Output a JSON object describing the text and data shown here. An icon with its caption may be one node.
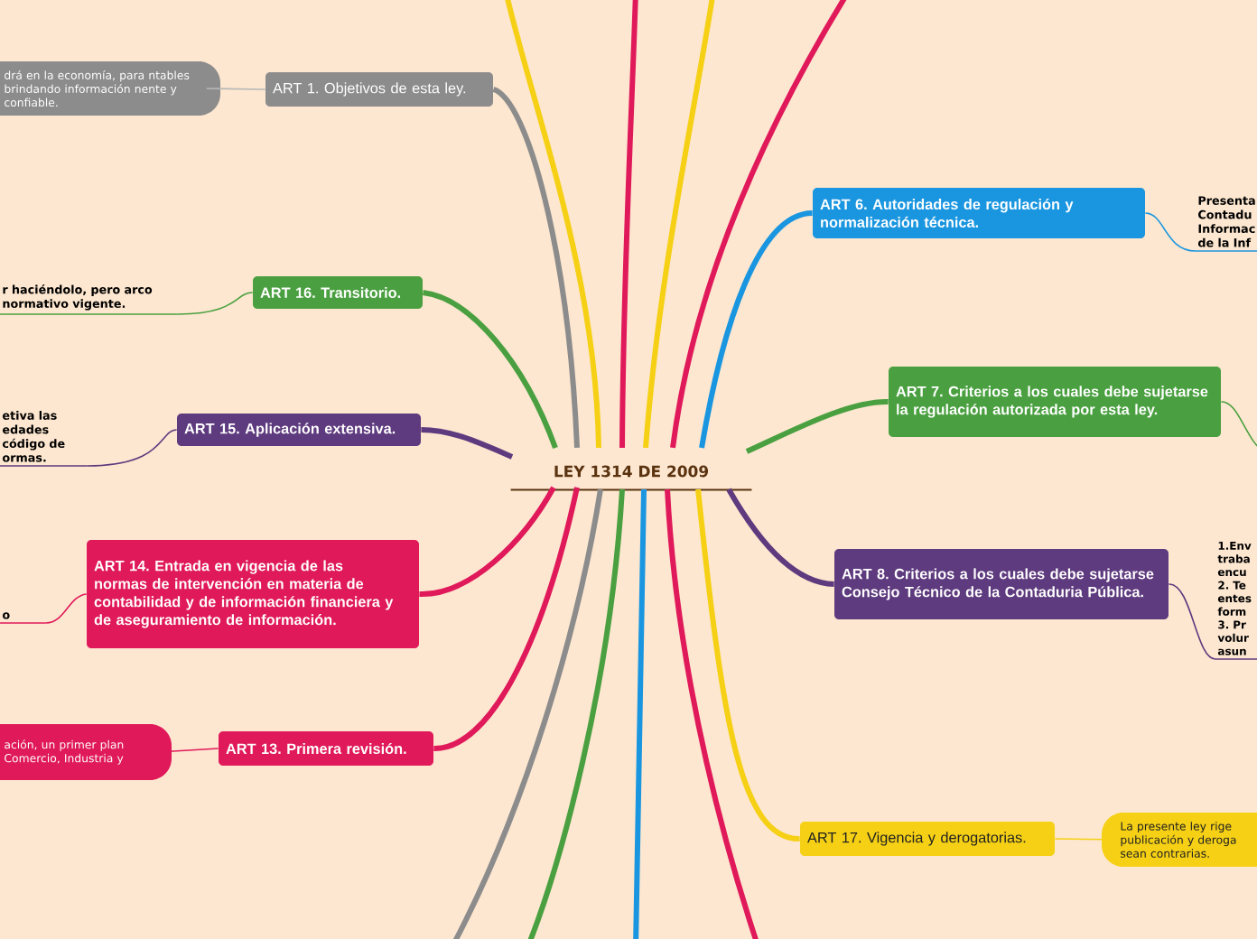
{
  "diagram": {
    "nodes": [
      {
        "text": [
          "LEY 1314 DE 2009"
        ]
      },
      {
        "text": [
          "ART 1. Objetivos de esta ley."
        ]
      },
      {
        "text": [
          "drá en la economía, para ntables brindando información nente y confiable."
        ]
      },
      {
        "text": [
          "ART 16. Transitorio."
        ]
      },
      {
        "text": [
          "r haciéndolo, pero arco normativo vigente."
        ]
      },
      {
        "text": [
          "ART 15. Aplicación extensiva."
        ]
      },
      {
        "text": [
          "etiva las edades código de ormas."
        ]
      },
      {
        "text": [
          "ART 14. Entrada en vigencia de las normas de intervención en materia de contabilidad y de información financiera y de aseguramiento de información."
        ]
      },
      {
        "text": [
          "o"
        ]
      },
      {
        "text": [
          "ART 13. Primera revisión."
        ]
      },
      {
        "text": [
          "ación, un primer plan Comercio, Industria y"
        ]
      },
      {
        "text": [
          "ART 6. Autoridades de regulación y normalización técnica."
        ]
      },
      {
        "text": [
          "Presenta Contadu Informac de la Inf"
        ]
      },
      {
        "text": [
          "ART 7. Criterios a los cuales debe sujetarse la regulación autorizada por esta ley."
        ]
      },
      {
        "text": [
          "ART 8. Criterios a los cuales debe sujetarse Consejo Técnico de la Contaduria Pública."
        ]
      },
      {
        "text": [
          "1.Env traba encu 2. Te entes form 3. Pr volur asun"
        ]
      },
      {
        "text": [
          "ART 17. Vigencia y derogatorias."
        ]
      },
      {
        "text": [
          "La presente ley rige publicación y deroga sean contrarias."
        ]
      }
    ],
    "edges": [
      {
        "from": 0,
        "to": 1,
        "arrow": "none",
        "color": "#8c8c8c"
      },
      {
        "from": 0,
        "to": 3,
        "arrow": "none",
        "color": "#4aa040"
      },
      {
        "from": 0,
        "to": 5,
        "arrow": "none",
        "color": "#5e3a7e"
      },
      {
        "from": 0,
        "to": 7,
        "arrow": "none",
        "color": "#e0195a"
      },
      {
        "from": 0,
        "to": 9,
        "arrow": "none",
        "color": "#e0195a"
      },
      {
        "from": 0,
        "to": 11,
        "arrow": "none",
        "color": "#1a96e0"
      },
      {
        "from": 0,
        "to": 13,
        "arrow": "none",
        "color": "#4aa040"
      },
      {
        "from": 0,
        "to": 14,
        "arrow": "none",
        "color": "#5e3a7e"
      },
      {
        "from": 0,
        "to": 16,
        "arrow": "none",
        "color": "#f5d015"
      },
      {
        "from": 1,
        "to": 2,
        "arrow": "none",
        "color": "#b8b8b8"
      },
      {
        "from": 3,
        "to": 4,
        "arrow": "none",
        "color": "#4aa040"
      },
      {
        "from": 5,
        "to": 6,
        "arrow": "none",
        "color": "#5e3a7e"
      },
      {
        "from": 7,
        "to": 8,
        "arrow": "none",
        "color": "#e0195a"
      },
      {
        "from": 9,
        "to": 10,
        "arrow": "none",
        "color": "#e0195a"
      },
      {
        "from": 11,
        "to": 12,
        "arrow": "none",
        "color": "#1a96e0"
      },
      {
        "from": 13,
        "to": null,
        "arrow": "none",
        "color": "#4aa040"
      },
      {
        "from": 14,
        "to": 15,
        "arrow": "none",
        "color": "#5e3a7e"
      },
      {
        "from": 16,
        "to": 17,
        "arrow": "none",
        "color": "#f5d015"
      },
      {
        "from": 0,
        "to": null,
        "arrow": "none",
        "color": "#f5d015"
      },
      {
        "from": 0,
        "to": null,
        "arrow": "none",
        "color": "#e0195a"
      },
      {
        "from": 0,
        "to": null,
        "arrow": "none",
        "color": "#f5d015"
      },
      {
        "from": 0,
        "to": null,
        "arrow": "none",
        "color": "#e0195a"
      },
      {
        "from": 0,
        "to": null,
        "arrow": "none",
        "color": "#8c8c8c"
      },
      {
        "from": 0,
        "to": null,
        "arrow": "none",
        "color": "#4aa040"
      },
      {
        "from": 0,
        "to": null,
        "arrow": "none",
        "color": "#1a96e0"
      },
      {
        "from": 0,
        "to": null,
        "arrow": "none",
        "color": "#e0195a"
      }
    ]
  }
}
